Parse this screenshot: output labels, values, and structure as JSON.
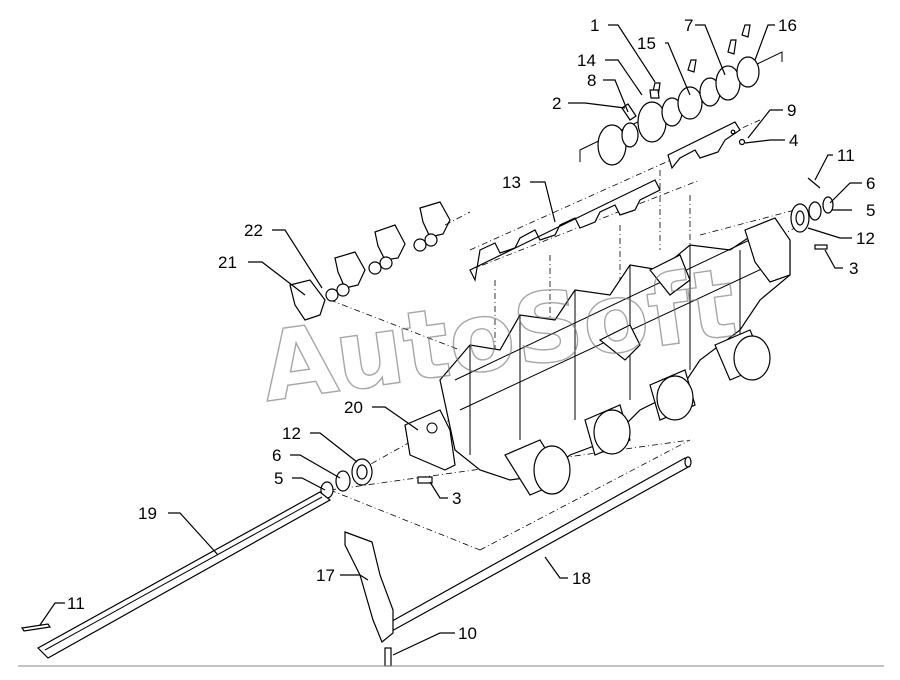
{
  "watermark": "AutoSoft",
  "callouts": {
    "c1": "1",
    "c14": "14",
    "c15": "15",
    "c7": "7",
    "c16": "16",
    "c8": "8",
    "c2": "2",
    "c9": "9",
    "c4": "4",
    "c11a": "11",
    "c6a": "6",
    "c5a": "5",
    "c12a": "12",
    "c3a": "3",
    "c13": "13",
    "c22": "22",
    "c21": "21",
    "c20": "20",
    "c12b": "12",
    "c6b": "6",
    "c5b": "5",
    "c3b": "3",
    "c19": "19",
    "c17": "17",
    "c18": "18",
    "c11b": "11",
    "c10": "10"
  }
}
